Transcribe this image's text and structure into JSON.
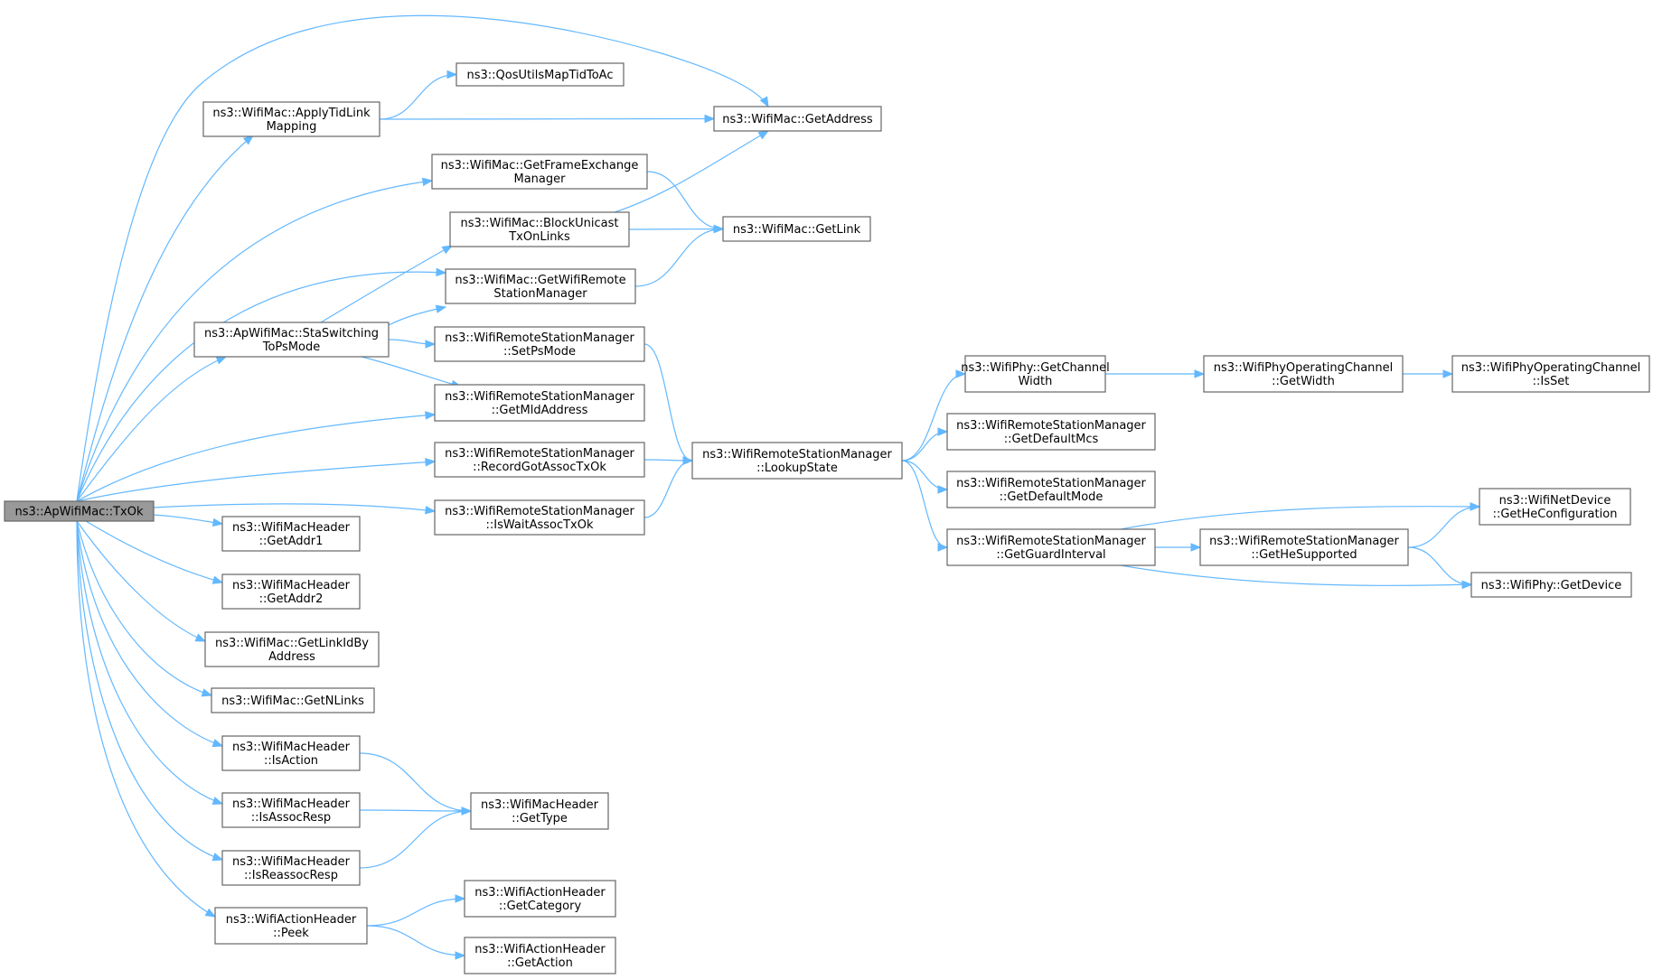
{
  "graph": {
    "root": "n_txok",
    "nodes": [
      {
        "id": "n_txok",
        "lines": [
          "ns3::ApWifiMac::TxOk"
        ],
        "root": true
      },
      {
        "id": "n_applytid",
        "lines": [
          "ns3::WifiMac::ApplyTidLink",
          "Mapping"
        ]
      },
      {
        "id": "n_qos",
        "lines": [
          "ns3::QosUtilsMapTidToAc"
        ]
      },
      {
        "id": "n_getaddress",
        "lines": [
          "ns3::WifiMac::GetAddress"
        ]
      },
      {
        "id": "n_getfem",
        "lines": [
          "ns3::WifiMac::GetFrameExchange",
          "Manager"
        ]
      },
      {
        "id": "n_getlink",
        "lines": [
          "ns3::WifiMac::GetLink"
        ]
      },
      {
        "id": "n_blockunicast",
        "lines": [
          "ns3::WifiMac::BlockUnicast",
          "TxOnLinks"
        ]
      },
      {
        "id": "n_getwrsm",
        "lines": [
          "ns3::WifiMac::GetWifiRemote",
          "StationManager"
        ]
      },
      {
        "id": "n_staswitch",
        "lines": [
          "ns3::ApWifiMac::StaSwitching",
          "ToPsMode"
        ]
      },
      {
        "id": "n_setpsmode",
        "lines": [
          "ns3::WifiRemoteStationManager",
          "::SetPsMode"
        ]
      },
      {
        "id": "n_getmld",
        "lines": [
          "ns3::WifiRemoteStationManager",
          "::GetMldAddress"
        ]
      },
      {
        "id": "n_recordgot",
        "lines": [
          "ns3::WifiRemoteStationManager",
          "::RecordGotAssocTxOk"
        ]
      },
      {
        "id": "n_iswait",
        "lines": [
          "ns3::WifiRemoteStationManager",
          "::IsWaitAssocTxOk"
        ]
      },
      {
        "id": "n_lookup",
        "lines": [
          "ns3::WifiRemoteStationManager",
          "::LookupState"
        ]
      },
      {
        "id": "n_getchwidth",
        "lines": [
          "ns3::WifiPhy::GetChannel",
          "Width"
        ]
      },
      {
        "id": "n_opchwidth",
        "lines": [
          "ns3::WifiPhyOperatingChannel",
          "::GetWidth"
        ]
      },
      {
        "id": "n_isset",
        "lines": [
          "ns3::WifiPhyOperatingChannel",
          "::IsSet"
        ]
      },
      {
        "id": "n_defmcs",
        "lines": [
          "ns3::WifiRemoteStationManager",
          "::GetDefaultMcs"
        ]
      },
      {
        "id": "n_defmode",
        "lines": [
          "ns3::WifiRemoteStationManager",
          "::GetDefaultMode"
        ]
      },
      {
        "id": "n_guard",
        "lines": [
          "ns3::WifiRemoteStationManager",
          "::GetGuardInterval"
        ]
      },
      {
        "id": "n_hesupp",
        "lines": [
          "ns3::WifiRemoteStationManager",
          "::GetHeSupported"
        ]
      },
      {
        "id": "n_heconf",
        "lines": [
          "ns3::WifiNetDevice",
          "::GetHeConfiguration"
        ]
      },
      {
        "id": "n_getdevice",
        "lines": [
          "ns3::WifiPhy::GetDevice"
        ]
      },
      {
        "id": "n_addr1",
        "lines": [
          "ns3::WifiMacHeader",
          "::GetAddr1"
        ]
      },
      {
        "id": "n_addr2",
        "lines": [
          "ns3::WifiMacHeader",
          "::GetAddr2"
        ]
      },
      {
        "id": "n_linkid",
        "lines": [
          "ns3::WifiMac::GetLinkIdBy",
          "Address"
        ]
      },
      {
        "id": "n_nlinks",
        "lines": [
          "ns3::WifiMac::GetNLinks"
        ]
      },
      {
        "id": "n_isaction",
        "lines": [
          "ns3::WifiMacHeader",
          "::IsAction"
        ]
      },
      {
        "id": "n_isassoc",
        "lines": [
          "ns3::WifiMacHeader",
          "::IsAssocResp"
        ]
      },
      {
        "id": "n_isreassoc",
        "lines": [
          "ns3::WifiMacHeader",
          "::IsReassocResp"
        ]
      },
      {
        "id": "n_gettype",
        "lines": [
          "ns3::WifiMacHeader",
          "::GetType"
        ]
      },
      {
        "id": "n_peek",
        "lines": [
          "ns3::WifiActionHeader",
          "::Peek"
        ]
      },
      {
        "id": "n_getcat",
        "lines": [
          "ns3::WifiActionHeader",
          "::GetCategory"
        ]
      },
      {
        "id": "n_getaction",
        "lines": [
          "ns3::WifiActionHeader",
          "::GetAction"
        ]
      }
    ],
    "edges": [
      {
        "from": "n_txok",
        "to": "n_getaddress"
      },
      {
        "from": "n_txok",
        "to": "n_applytid"
      },
      {
        "from": "n_txok",
        "to": "n_getfem"
      },
      {
        "from": "n_txok",
        "to": "n_getwrsm"
      },
      {
        "from": "n_txok",
        "to": "n_staswitch"
      },
      {
        "from": "n_txok",
        "to": "n_getmld"
      },
      {
        "from": "n_txok",
        "to": "n_recordgot"
      },
      {
        "from": "n_txok",
        "to": "n_iswait"
      },
      {
        "from": "n_txok",
        "to": "n_addr1"
      },
      {
        "from": "n_txok",
        "to": "n_addr2"
      },
      {
        "from": "n_txok",
        "to": "n_linkid"
      },
      {
        "from": "n_txok",
        "to": "n_nlinks"
      },
      {
        "from": "n_txok",
        "to": "n_isaction"
      },
      {
        "from": "n_txok",
        "to": "n_isassoc"
      },
      {
        "from": "n_txok",
        "to": "n_isreassoc"
      },
      {
        "from": "n_txok",
        "to": "n_peek"
      },
      {
        "from": "n_applytid",
        "to": "n_qos"
      },
      {
        "from": "n_applytid",
        "to": "n_getaddress"
      },
      {
        "from": "n_getfem",
        "to": "n_getlink"
      },
      {
        "from": "n_blockunicast",
        "to": "n_getaddress"
      },
      {
        "from": "n_blockunicast",
        "to": "n_getlink"
      },
      {
        "from": "n_getwrsm",
        "to": "n_getlink"
      },
      {
        "from": "n_staswitch",
        "to": "n_blockunicast"
      },
      {
        "from": "n_staswitch",
        "to": "n_getwrsm"
      },
      {
        "from": "n_staswitch",
        "to": "n_setpsmode"
      },
      {
        "from": "n_staswitch",
        "to": "n_getmld"
      },
      {
        "from": "n_setpsmode",
        "to": "n_lookup"
      },
      {
        "from": "n_recordgot",
        "to": "n_lookup"
      },
      {
        "from": "n_iswait",
        "to": "n_lookup"
      },
      {
        "from": "n_lookup",
        "to": "n_getchwidth"
      },
      {
        "from": "n_lookup",
        "to": "n_defmcs"
      },
      {
        "from": "n_lookup",
        "to": "n_defmode"
      },
      {
        "from": "n_lookup",
        "to": "n_guard"
      },
      {
        "from": "n_getchwidth",
        "to": "n_opchwidth"
      },
      {
        "from": "n_opchwidth",
        "to": "n_isset"
      },
      {
        "from": "n_guard",
        "to": "n_heconf"
      },
      {
        "from": "n_guard",
        "to": "n_hesupp"
      },
      {
        "from": "n_guard",
        "to": "n_getdevice"
      },
      {
        "from": "n_hesupp",
        "to": "n_heconf"
      },
      {
        "from": "n_hesupp",
        "to": "n_getdevice"
      },
      {
        "from": "n_isaction",
        "to": "n_gettype"
      },
      {
        "from": "n_isassoc",
        "to": "n_gettype"
      },
      {
        "from": "n_isreassoc",
        "to": "n_gettype"
      },
      {
        "from": "n_peek",
        "to": "n_getcat"
      },
      {
        "from": "n_peek",
        "to": "n_getaction"
      }
    ]
  }
}
